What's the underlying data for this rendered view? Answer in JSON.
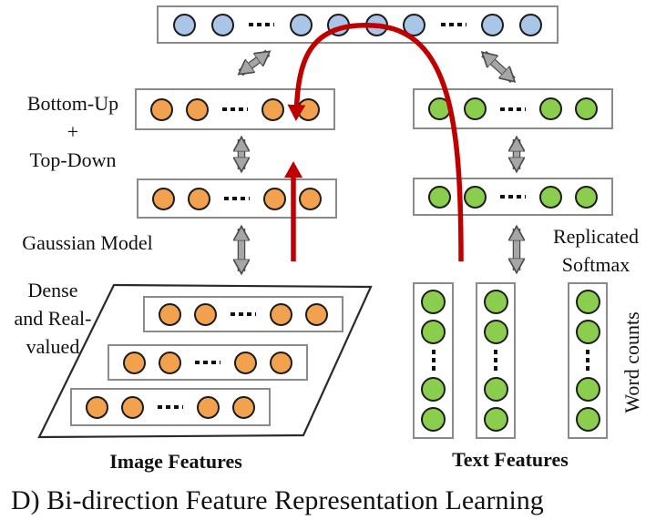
{
  "figure": {
    "caption": "D) Bi-direction Feature Representation Learning",
    "labels": {
      "bottom_up_line1": "Bottom-Up",
      "bottom_up_line2": "+",
      "bottom_up_line3": "Top-Down",
      "gaussian_model": "Gaussian Model",
      "dense_line1": "Dense",
      "dense_line2": "and Real-",
      "dense_line3": "valued",
      "replicated_line1": "Replicated",
      "replicated_line2": "Softmax",
      "word_counts": "Word counts",
      "image_features": "Image Features",
      "text_features": "Text Features"
    },
    "colors": {
      "blue_node": "#a9c5e8",
      "orange_node": "#f2a24e",
      "green_node": "#8bce4d",
      "red_arrow": "#c00000",
      "gray_arrow": "#a6a6a6"
    },
    "layers": [
      {
        "id": "joint-hidden-layer",
        "color": "blue_node",
        "orientation": "h",
        "pattern": [
          2,
          4,
          2
        ]
      },
      {
        "id": "image-hidden-top",
        "color": "orange_node",
        "orientation": "h",
        "pattern": [
          2,
          2
        ]
      },
      {
        "id": "image-hidden-bottom",
        "color": "orange_node",
        "orientation": "h",
        "pattern": [
          2,
          2
        ]
      },
      {
        "id": "text-hidden-top",
        "color": "green_node",
        "orientation": "h",
        "pattern": [
          2,
          2
        ]
      },
      {
        "id": "text-hidden-bottom",
        "color": "green_node",
        "orientation": "h",
        "pattern": [
          2,
          2
        ]
      },
      {
        "id": "image-input-row-1",
        "color": "orange_node",
        "orientation": "h",
        "pattern": [
          2,
          2
        ]
      },
      {
        "id": "image-input-row-2",
        "color": "orange_node",
        "orientation": "h",
        "pattern": [
          2,
          2
        ]
      },
      {
        "id": "image-input-row-3",
        "color": "orange_node",
        "orientation": "h",
        "pattern": [
          2,
          2
        ]
      },
      {
        "id": "text-input-col-1",
        "color": "green_node",
        "orientation": "v",
        "pattern": [
          2,
          2
        ]
      },
      {
        "id": "text-input-col-2",
        "color": "green_node",
        "orientation": "v",
        "pattern": [
          2,
          2
        ]
      },
      {
        "id": "text-input-col-3",
        "color": "green_node",
        "orientation": "v",
        "pattern": [
          2,
          2
        ]
      }
    ]
  }
}
